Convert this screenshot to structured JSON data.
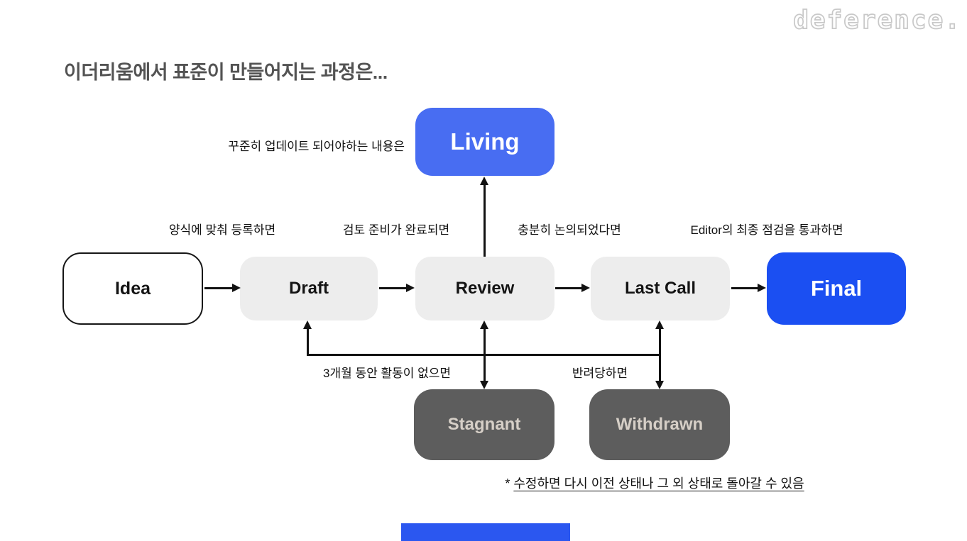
{
  "logo": {
    "text": "deference."
  },
  "title": "이더리움에서 표준이 만들어지는 과정은...",
  "diagram": {
    "nodes": {
      "living": "Living",
      "idea": "Idea",
      "draft": "Draft",
      "review": "Review",
      "last_call": "Last Call",
      "final": "Final",
      "stagnant": "Stagnant",
      "withdrawn": "Withdrawn"
    },
    "edge_labels": {
      "review_to_living": "꾸준히 업데이트 되어야하는 내용은",
      "idea_to_draft": "양식에 맞춰 등록하면",
      "draft_to_review": "검토 준비가 완료되면",
      "review_to_last_call": "충분히 논의되었다면",
      "last_call_to_final": "Editor의 최종 점검을 통과하면",
      "to_stagnant": "3개월 동안 활동이 없으면",
      "to_withdrawn": "반려당하면"
    },
    "footnote_marker": "*",
    "footnote_text": "수정하면 다시 이전 상태나 그 외 상태로 돌아갈 수 있음"
  },
  "colors": {
    "accent_blue": "#486df2",
    "final_blue": "#1b4ff2",
    "box_gray": "#ededed",
    "box_dark": "#5d5d5d",
    "dark_box_text": "#d6cfc7",
    "title_gray": "#535353",
    "logo_gray": "#c8c8c8",
    "line_black": "#121212",
    "progress_blue": "#2b57f0"
  }
}
